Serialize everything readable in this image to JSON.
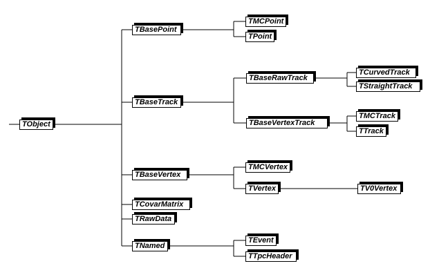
{
  "diagram": {
    "kind": "class-inheritance-tree",
    "background_color": "#ffffff",
    "line_color": "#000000",
    "box_style": {
      "fill": "#ffffff",
      "border": "#000000",
      "shadow": "#000000"
    },
    "nodes": [
      {
        "id": "tobject",
        "label": "TObject",
        "parent": null
      },
      {
        "id": "tbasepoint",
        "label": "TBasePoint",
        "parent": "TObject"
      },
      {
        "id": "tmcpoint",
        "label": "TMCPoint",
        "parent": "TBasePoint"
      },
      {
        "id": "tpoint",
        "label": "TPoint",
        "parent": "TBasePoint"
      },
      {
        "id": "tbasetrack",
        "label": "TBaseTrack",
        "parent": "TObject"
      },
      {
        "id": "tbaserawtrack",
        "label": "TBaseRawTrack",
        "parent": "TBaseTrack"
      },
      {
        "id": "tcurvedtrack",
        "label": "TCurvedTrack",
        "parent": "TBaseRawTrack"
      },
      {
        "id": "tstraighttrack",
        "label": "TStraightTrack",
        "parent": "TBaseRawTrack"
      },
      {
        "id": "tbasevertextrack",
        "label": "TBaseVertexTrack",
        "parent": "TBaseTrack"
      },
      {
        "id": "tmctrack",
        "label": "TMCTrack",
        "parent": "TBaseVertexTrack"
      },
      {
        "id": "ttrack",
        "label": "TTrack",
        "parent": "TBaseVertexTrack"
      },
      {
        "id": "tbasevertex",
        "label": "TBaseVertex",
        "parent": "TObject"
      },
      {
        "id": "tmcvertex",
        "label": "TMCVertex",
        "parent": "TBaseVertex"
      },
      {
        "id": "tvertex",
        "label": "TVertex",
        "parent": "TBaseVertex"
      },
      {
        "id": "tv0vertex",
        "label": "TV0Vertex",
        "parent": "TVertex"
      },
      {
        "id": "tcovarmatrix",
        "label": "TCovarMatrix",
        "parent": "TObject"
      },
      {
        "id": "trawdata",
        "label": "TRawData",
        "parent": "TObject"
      },
      {
        "id": "tnamed",
        "label": "TNamed",
        "parent": "TObject"
      },
      {
        "id": "tevent",
        "label": "TEvent",
        "parent": "TNamed"
      },
      {
        "id": "ttpcheader",
        "label": "TTpcHeader",
        "parent": "TNamed"
      }
    ]
  }
}
